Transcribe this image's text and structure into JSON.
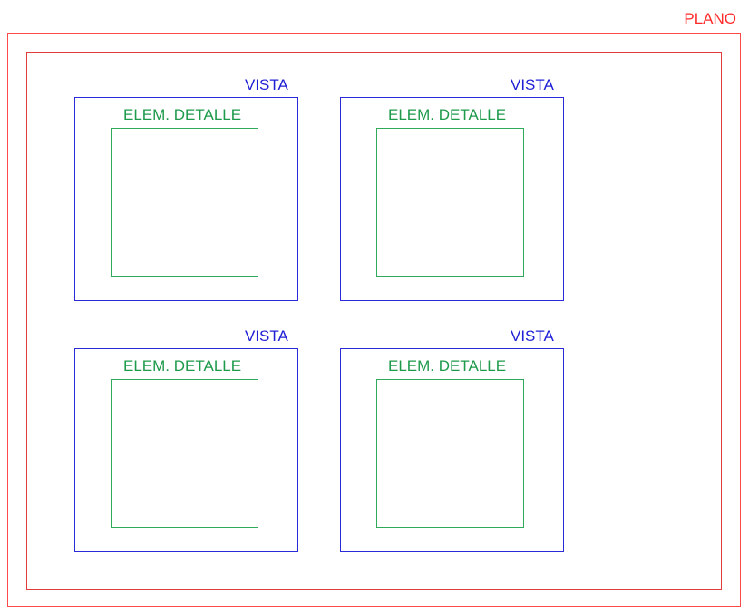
{
  "plano": {
    "label": "PLANO",
    "color": "#ff2b2b"
  },
  "views": [
    {
      "label": "VISTA",
      "detail_label": "ELEM. DETALLE"
    },
    {
      "label": "VISTA",
      "detail_label": "ELEM. DETALLE"
    },
    {
      "label": "VISTA",
      "detail_label": "ELEM. DETALLE"
    },
    {
      "label": "VISTA",
      "detail_label": "ELEM. DETALLE"
    }
  ],
  "colors": {
    "vista": "#1f1fd6",
    "detail": "#1d9a4a"
  }
}
